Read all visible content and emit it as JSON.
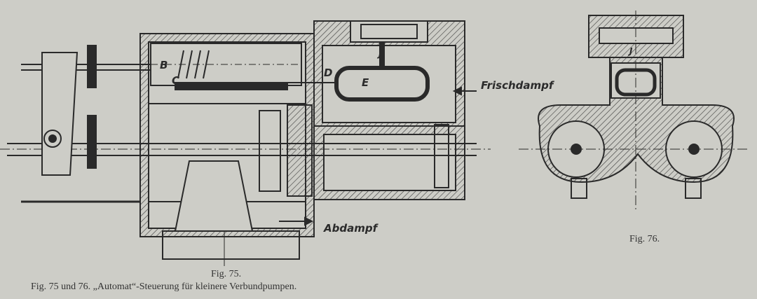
{
  "figure75": {
    "labels": {
      "B": "B",
      "C": "C",
      "D": "D",
      "E": "E",
      "J": "J"
    },
    "inlet": "Frischdampf",
    "outlet": "Abdampf",
    "caption": "Fig.  75."
  },
  "figure76": {
    "labels": {
      "J": "J"
    },
    "caption": "Fig. 76."
  },
  "caption": "Fig. 75 und 76.  „Automat“-Steuerung für kleinere Verbundpumpen."
}
